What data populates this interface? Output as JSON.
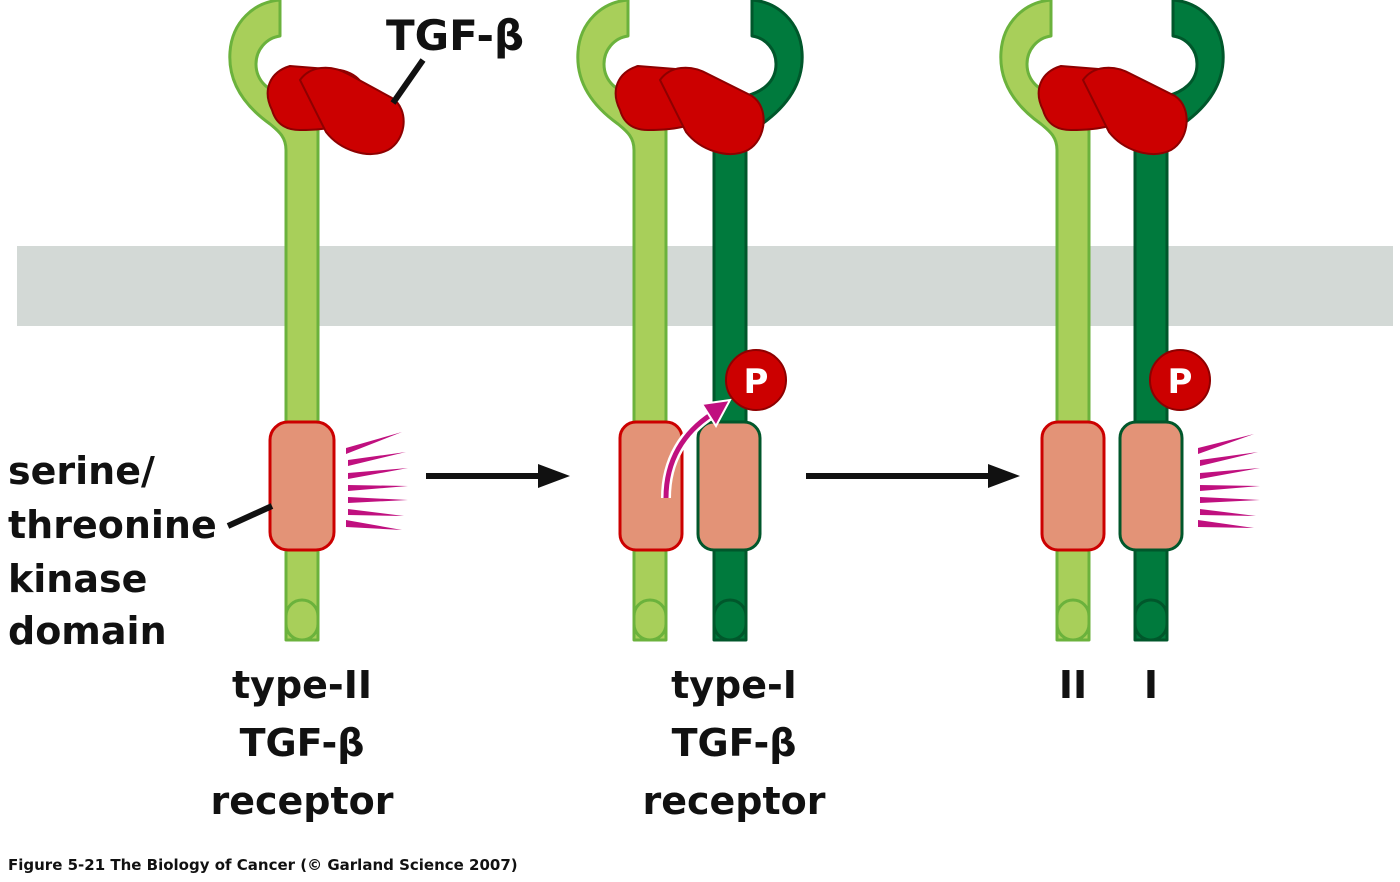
{
  "figure": {
    "ligand_label": "TGF-β",
    "kinase_label_lines": [
      "serine/",
      "threonine",
      "kinase",
      "domain"
    ],
    "receptor_II_label_lines": [
      "type-II",
      "TGF-β",
      "receptor"
    ],
    "receptor_I_label_lines": [
      "type-I",
      "TGF-β",
      "receptor"
    ],
    "complex_labels": [
      "II",
      "I"
    ],
    "phosphate_label": "P",
    "caption": "Figure 5-21  The Biology of Cancer (© Garland Science 2007)"
  },
  "colors": {
    "type_II_receptor": "#a8cf5a",
    "type_II_outline": "#6bb23c",
    "type_I_receptor": "#007a3d",
    "type_I_outline": "#00572b",
    "ligand": "#cc0000",
    "ligand_outline": "#8e0000",
    "kinase_domain": "#e39377",
    "membrane": "#d3d9d6",
    "activity_rays": "#c0107f",
    "phosphate": "#cc0000"
  }
}
